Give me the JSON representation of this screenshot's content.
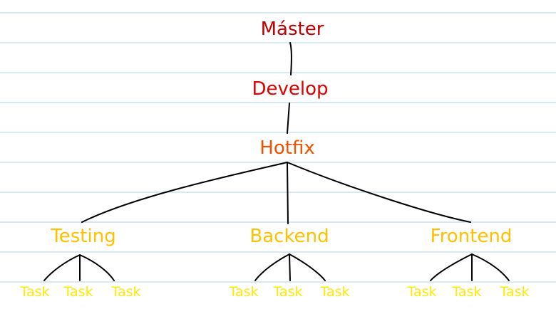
{
  "diagram": {
    "root": "Máster",
    "develop": "Develop",
    "hotfix": "Hotfix",
    "groups": [
      {
        "label": "Testing",
        "tasks": [
          "Task",
          "Task",
          "Task"
        ]
      },
      {
        "label": "Backend",
        "tasks": [
          "Task",
          "Task",
          "Task"
        ]
      },
      {
        "label": "Frontend",
        "tasks": [
          "Task",
          "Task",
          "Task"
        ]
      }
    ]
  },
  "colors": {
    "master": "#c00000",
    "develop": "#e00000",
    "hotfix": "#f05000",
    "group": "#ffc000",
    "task": "#ffea00",
    "rule_line": "#d6e9f5",
    "edge": "#000000"
  }
}
